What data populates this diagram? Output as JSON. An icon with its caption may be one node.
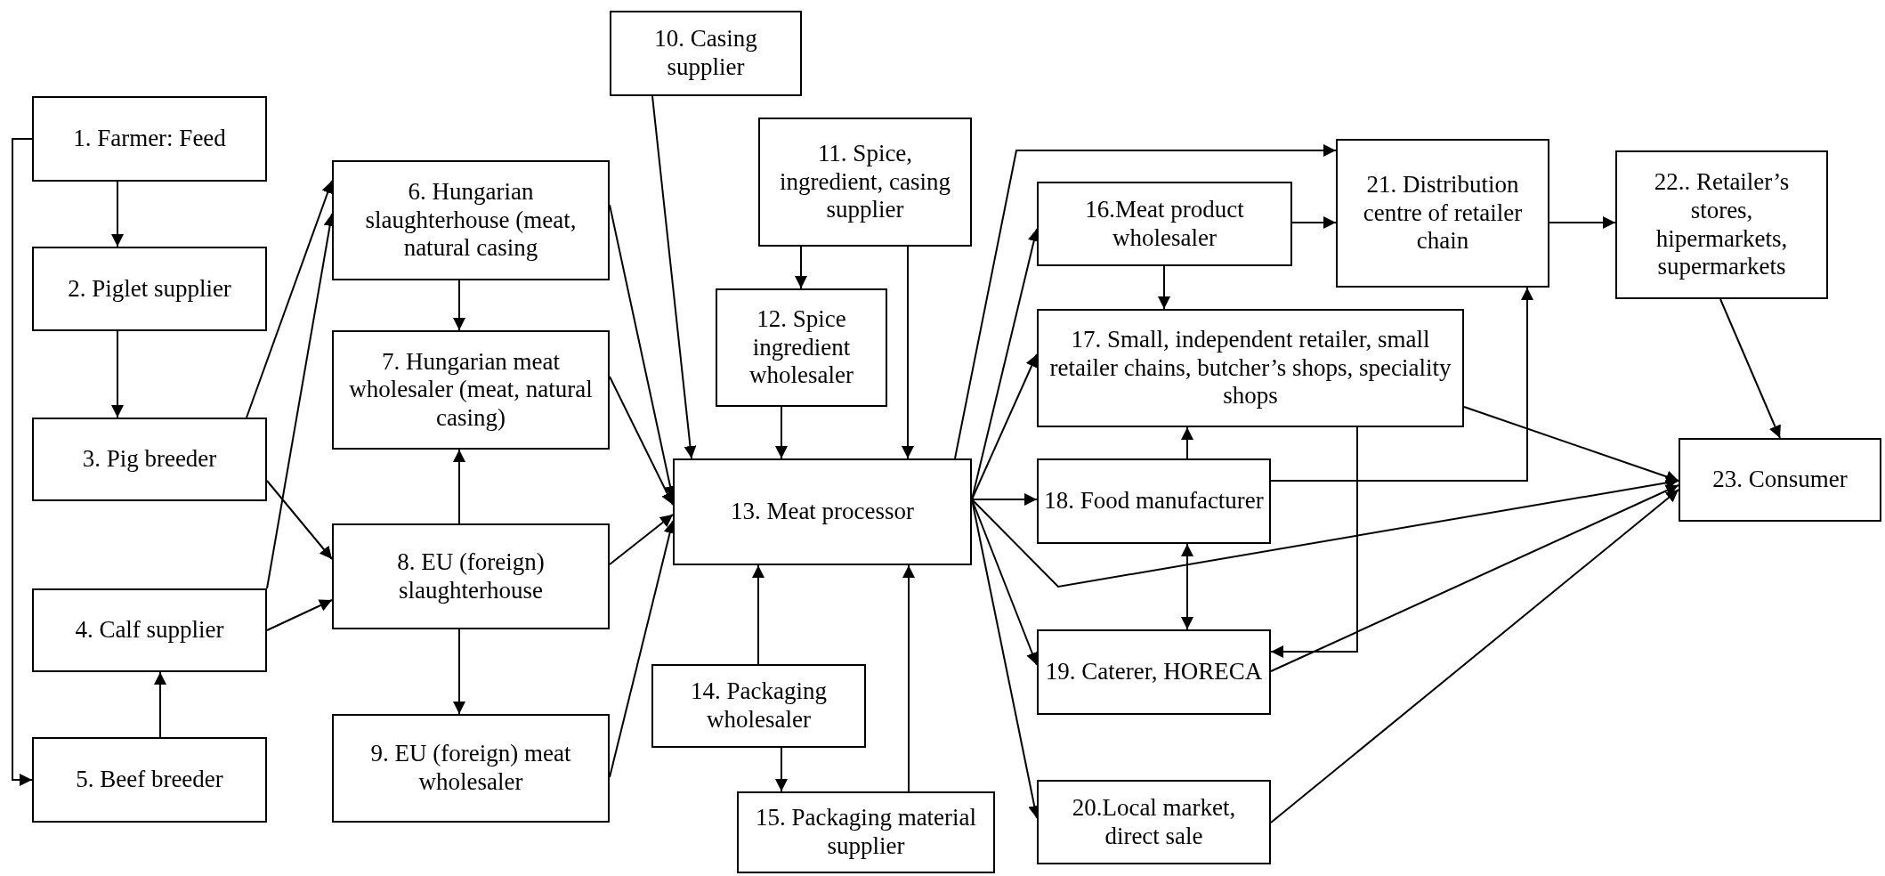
{
  "diagram": {
    "nodes": [
      {
        "text": [
          "1. Farmer: Feed"
        ]
      },
      {
        "text": [
          "2. Piglet supplier"
        ]
      },
      {
        "text": [
          "3. Pig breeder"
        ]
      },
      {
        "text": [
          "4. Calf supplier"
        ]
      },
      {
        "text": [
          "5. Beef breeder"
        ]
      },
      {
        "text": [
          "6. Hungarian slaughterhouse (meat, natural casing"
        ]
      },
      {
        "text": [
          "7. Hungarian meat wholesaler (meat, natural casing)"
        ]
      },
      {
        "text": [
          "8. EU (foreign) slaughterhouse"
        ]
      },
      {
        "text": [
          "9. EU (foreign) meat wholesaler"
        ]
      },
      {
        "text": [
          "10. Casing supplier"
        ]
      },
      {
        "text": [
          "11. Spice, ingredient, casing supplier"
        ]
      },
      {
        "text": [
          "12. Spice ingredient wholesaler"
        ]
      },
      {
        "text": [
          "13. Meat processor"
        ]
      },
      {
        "text": [
          "14. Packaging wholesaler"
        ]
      },
      {
        "text": [
          "15. Packaging material supplier"
        ]
      },
      {
        "text": [
          "16.Meat product wholesaler"
        ]
      },
      {
        "text": [
          "17. Small, independent retailer, small retailer chains, butcher’s shops, speciality shops"
        ]
      },
      {
        "text": [
          "18. Food manufacturer"
        ]
      },
      {
        "text": [
          "19. Caterer, HORECA"
        ]
      },
      {
        "text": [
          "20.Local market, direct sale"
        ]
      },
      {
        "text": [
          "21. Distribution centre of retailer chain"
        ]
      },
      {
        "text": [
          "22.. Retailer’s stores, hipermarkets, supermarkets"
        ]
      },
      {
        "text": [
          "23. Consumer"
        ]
      }
    ],
    "edges": [
      {
        "from": 0,
        "to": 1,
        "arrow": "to"
      },
      {
        "from": 1,
        "to": 2,
        "arrow": "to"
      },
      {
        "from": 0,
        "to": 4,
        "arrow": "to"
      },
      {
        "from": 4,
        "to": 3,
        "arrow": "to"
      },
      {
        "from": 2,
        "to": 5,
        "arrow": "to"
      },
      {
        "from": 3,
        "to": 5,
        "arrow": "to"
      },
      {
        "from": 2,
        "to": 7,
        "arrow": "to"
      },
      {
        "from": 3,
        "to": 7,
        "arrow": "to"
      },
      {
        "from": 5,
        "to": 6,
        "arrow": "to"
      },
      {
        "from": 7,
        "to": 6,
        "arrow": "to"
      },
      {
        "from": 7,
        "to": 8,
        "arrow": "to"
      },
      {
        "from": 5,
        "to": 12,
        "arrow": "to"
      },
      {
        "from": 6,
        "to": 12,
        "arrow": "to"
      },
      {
        "from": 7,
        "to": 12,
        "arrow": "to"
      },
      {
        "from": 8,
        "to": 12,
        "arrow": "to"
      },
      {
        "from": 9,
        "to": 12,
        "arrow": "to"
      },
      {
        "from": 10,
        "to": 11,
        "arrow": "to"
      },
      {
        "from": 10,
        "to": 12,
        "arrow": "to"
      },
      {
        "from": 11,
        "to": 12,
        "arrow": "to"
      },
      {
        "from": 13,
        "to": 12,
        "arrow": "to"
      },
      {
        "from": 14,
        "to": 12,
        "arrow": "to"
      },
      {
        "from": 13,
        "to": 14,
        "arrow": "to"
      },
      {
        "from": 12,
        "to": 20,
        "arrow": "to"
      },
      {
        "from": 12,
        "to": 15,
        "arrow": "to"
      },
      {
        "from": 12,
        "to": 16,
        "arrow": "to"
      },
      {
        "from": 12,
        "to": 17,
        "arrow": "to"
      },
      {
        "from": 12,
        "to": 18,
        "arrow": "to"
      },
      {
        "from": 12,
        "to": 19,
        "arrow": "to"
      },
      {
        "from": 12,
        "to": 22,
        "arrow": "to"
      },
      {
        "from": 15,
        "to": 20,
        "arrow": "to"
      },
      {
        "from": 15,
        "to": 16,
        "arrow": "to"
      },
      {
        "from": 17,
        "to": 16,
        "arrow": "to"
      },
      {
        "from": 17,
        "to": 20,
        "arrow": "to"
      },
      {
        "from": 17,
        "to": 18,
        "arrow": "both"
      },
      {
        "from": 16,
        "to": 18,
        "arrow": "to"
      },
      {
        "from": 16,
        "to": 22,
        "arrow": "to"
      },
      {
        "from": 18,
        "to": 22,
        "arrow": "to"
      },
      {
        "from": 19,
        "to": 22,
        "arrow": "to"
      },
      {
        "from": 20,
        "to": 21,
        "arrow": "to"
      },
      {
        "from": 21,
        "to": 22,
        "arrow": "to"
      }
    ]
  }
}
